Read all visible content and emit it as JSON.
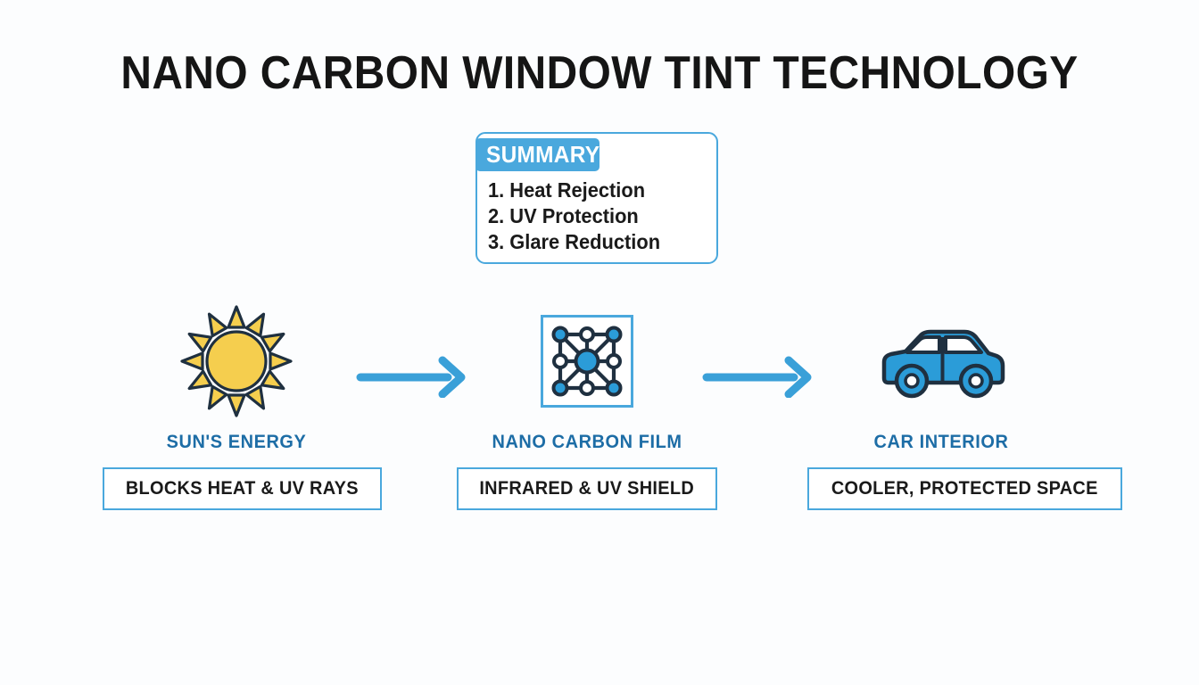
{
  "page": {
    "title": "NANO CARBON WINDOW TINT TECHNOLOGY",
    "background_color": "#fcfdfe"
  },
  "colors": {
    "accent_blue": "#4aa8dd",
    "label_blue": "#1d6da6",
    "icon_blue": "#2b9cd8",
    "outline_navy": "#1f3040",
    "sun_yellow": "#f5ce4e",
    "text_dark": "#1a1a1a"
  },
  "summary": {
    "header": "SUMMARY:",
    "items": [
      "1. Heat Rejection",
      "2. UV Protection",
      "3. Glare Reduction"
    ]
  },
  "flow": {
    "steps": [
      {
        "icon": "sun-icon",
        "label": "SUN'S ENERGY",
        "box_text": "BLOCKS HEAT & UV RAYS"
      },
      {
        "icon": "nano-carbon-lattice-icon",
        "label": "NANO CARBON FILM",
        "box_text": "INFRARED & UV SHIELD"
      },
      {
        "icon": "car-icon",
        "label": "CAR INTERIOR",
        "box_text": "COOLER, PROTECTED SPACE"
      }
    ],
    "arrows": [
      "arrow-right-icon",
      "arrow-right-icon"
    ]
  }
}
